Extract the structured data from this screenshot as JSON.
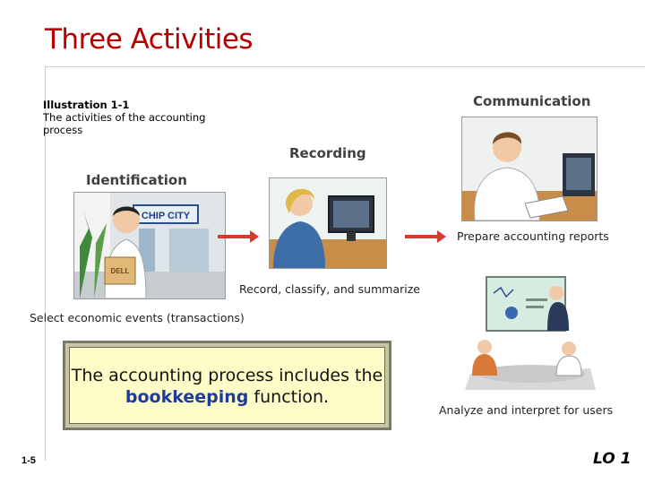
{
  "title": "Three Activities",
  "illustration": {
    "number": "Illustration 1-1",
    "caption": "The activities of the accounting process"
  },
  "activities": {
    "identification": {
      "heading": "Identification",
      "sign_text": "CHIP CITY",
      "box_text": "DELL",
      "caption": "Select economic events (transactions)"
    },
    "recording": {
      "heading": "Recording",
      "caption": "Record, classify, and summarize"
    },
    "communication": {
      "heading": "Communication",
      "caption_prepare": "Prepare accounting reports",
      "caption_analyze": "Analyze and interpret for users"
    }
  },
  "note": {
    "before": "The accounting process includes the ",
    "keyword": "bookkeeping",
    "after": " function."
  },
  "footer": {
    "slide_number": "1-5",
    "objective": "LO 1"
  },
  "colors": {
    "title": "#b40000",
    "arrow": "#d93a2e",
    "keyword": "#1f3c9c",
    "note_bg": "#fefdc7"
  }
}
